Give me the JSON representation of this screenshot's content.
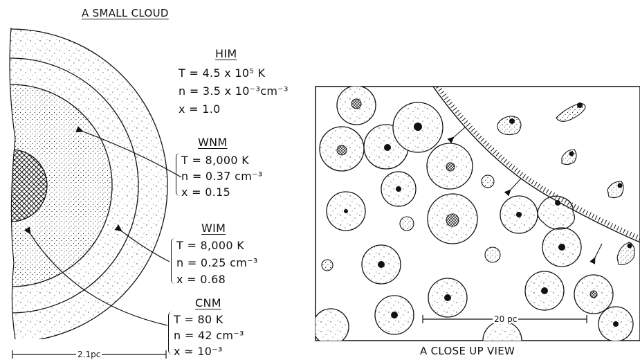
{
  "left": {
    "title": "A SMALL CLOUD",
    "him": {
      "name": "HIM",
      "T": "T  =  4.5 x 10⁵ K",
      "n": "n  =  3.5 x 10⁻³cm⁻³",
      "x": "x   =  1.0"
    },
    "wnm": {
      "name": "WNM",
      "T": "T = 8,000 K",
      "n": "n = 0.37 cm⁻³",
      "x": "x = 0.15"
    },
    "wim": {
      "name": "WIM",
      "T": "T = 8,000 K",
      "n": "n = 0.25 cm⁻³",
      "x": "x = 0.68"
    },
    "cnm": {
      "name": "CNM",
      "T": "T = 80 K",
      "n": "n = 42 cm⁻³",
      "x": "x ≃ 10⁻³"
    },
    "scale": "2.1pc"
  },
  "right": {
    "title": "A CLOSE UP VIEW",
    "scale": "20 pc"
  }
}
